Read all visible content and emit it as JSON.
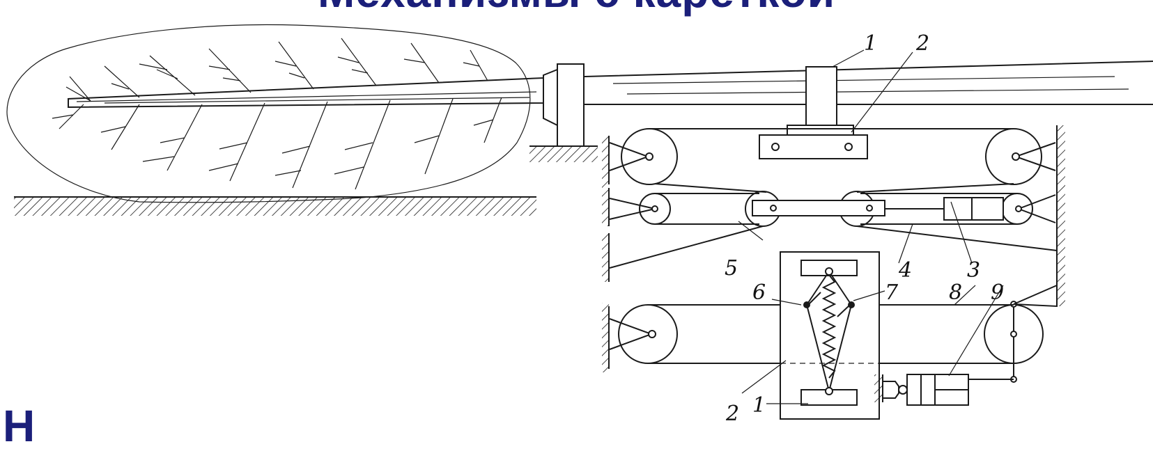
{
  "slide": {
    "title": "Механизмы с кареткой",
    "corner_text": "Н"
  },
  "figure": {
    "labels": {
      "l1_top": "1",
      "l2_top": "2",
      "l3": "3",
      "l4": "4",
      "l5": "5",
      "l6": "6",
      "l7": "7",
      "l8": "8",
      "l9": "9",
      "l2_bottom": "2",
      "l1_bottom": "1"
    }
  },
  "colors": {
    "title": "#1b1f7a",
    "ink": "#1a1a1a",
    "background": "#ffffff"
  }
}
